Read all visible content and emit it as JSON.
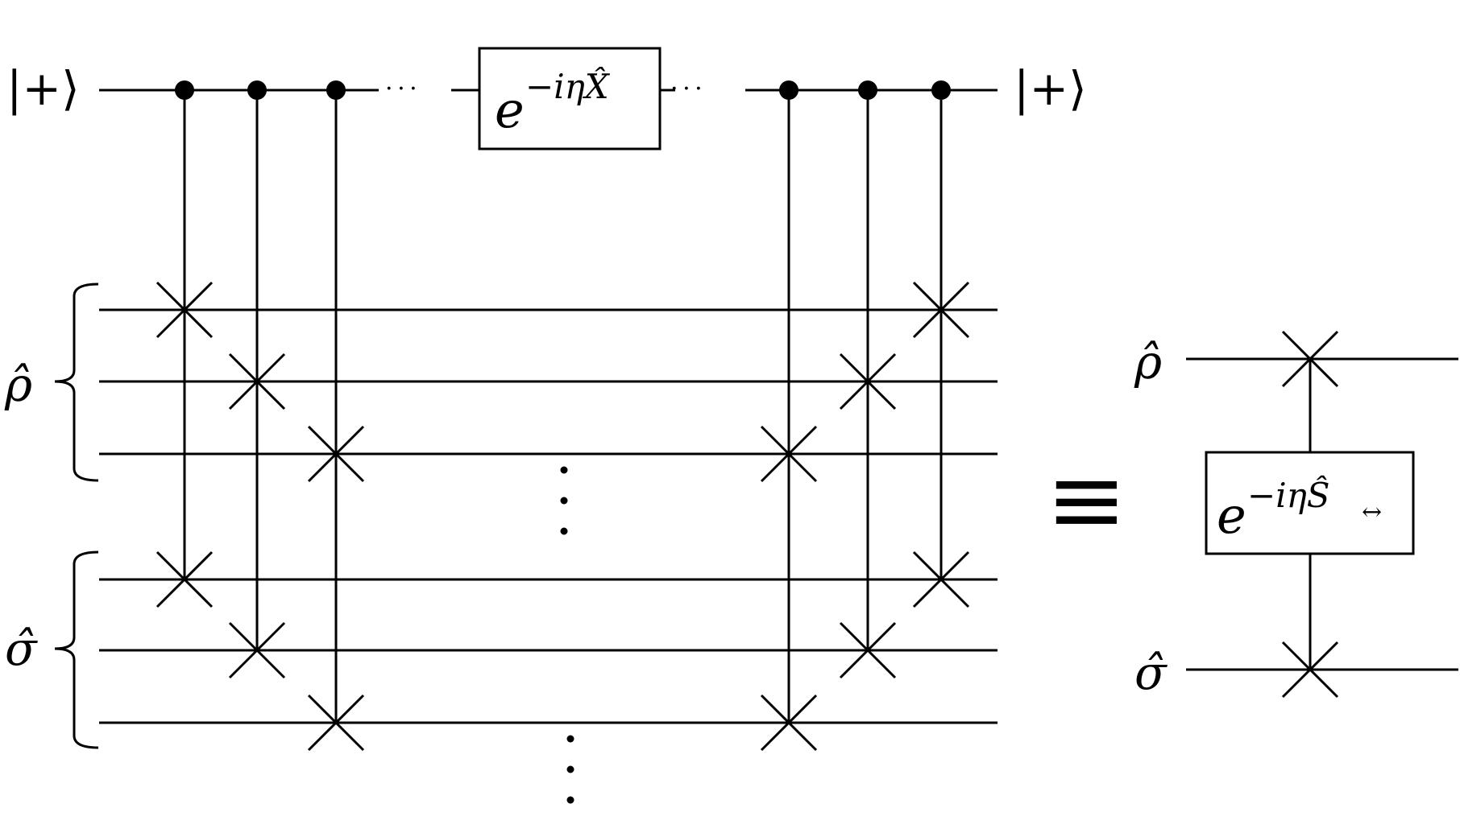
{
  "ancilla": {
    "input_label": "|+⟩",
    "output_label": "|+⟩",
    "ellipsis_left": "· · ·",
    "ellipsis_right": "· · ·",
    "gate": {
      "base": "e",
      "exponent": "−iηX̂"
    }
  },
  "registers": {
    "rho_label": "ρ̂",
    "sigma_label": "σ̂",
    "vertical_ellipsis_glyph": "⋮"
  },
  "equivalence_symbol": "≡",
  "compact": {
    "rho_label": "ρ̂",
    "sigma_label": "σ̂",
    "gate": {
      "base": "e",
      "exponent": "−iηŜ",
      "subscript": "↔"
    }
  }
}
